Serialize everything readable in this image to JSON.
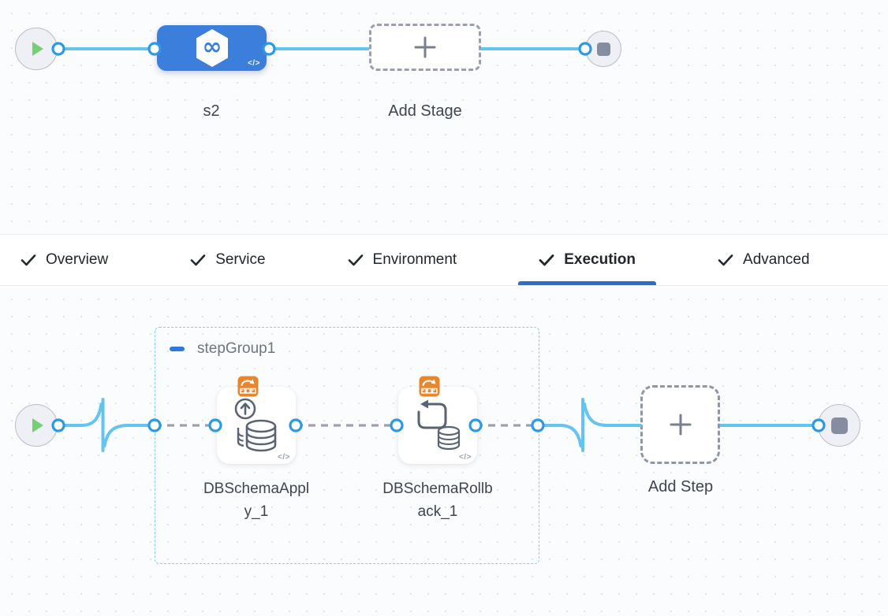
{
  "pipeline_graph": {
    "stage_label": "s2",
    "add_stage_label": "Add Stage",
    "code_glyph": "</>"
  },
  "tabs": {
    "items": [
      {
        "label": "Overview",
        "checked": true,
        "active": false
      },
      {
        "label": "Service",
        "checked": true,
        "active": false
      },
      {
        "label": "Environment",
        "checked": true,
        "active": false
      },
      {
        "label": "Execution",
        "checked": true,
        "active": true
      },
      {
        "label": "Advanced",
        "checked": true,
        "active": false
      }
    ]
  },
  "execution_graph": {
    "step_group_label": "stepGroup1",
    "steps": [
      {
        "label": "DBSchemaApply_1"
      },
      {
        "label": "DBSchemaRollback_1"
      }
    ],
    "add_step_label": "Add Step",
    "code_glyph": "</>"
  },
  "icons": {
    "plus": "+",
    "check": "✓",
    "play": "play-triangle",
    "stop": "stop-square",
    "infinity_logo": "∞",
    "step_template_badge": "orange-template-badge",
    "apply_step": "upload-to-database",
    "rollback_step": "rollback-database"
  },
  "colors": {
    "accent_blue": "#2e6ecb",
    "stage_node_blue": "#3b7edb",
    "link_blue": "#63c4f0",
    "connector_ring": "#2b99e3",
    "step_group_border": "#7fd0ed",
    "badge_orange": "#e8862d",
    "play_green": "#74d073",
    "canvas_bg": "#fbfcfe"
  }
}
